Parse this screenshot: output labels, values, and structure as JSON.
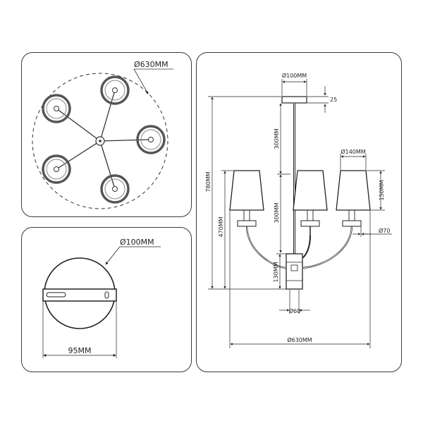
{
  "top_view": {
    "diameter_label": "Ø630MM"
  },
  "base_view": {
    "diameter_label": "Ø100MM",
    "width_label": "95MM"
  },
  "elevation": {
    "canopy_diameter": "Ø100MM",
    "canopy_height": "25",
    "rod_upper": "300MM",
    "rod_lower": "300MM",
    "total_height": "780MM",
    "body_height": "470MM",
    "shade_diameter": "Ø140MM",
    "shade_height": "150MM",
    "cup_diameter": "Ø70",
    "hub_height": "130MM",
    "hub_diameter": "Ø60",
    "overall_width": "Ø630MM"
  }
}
